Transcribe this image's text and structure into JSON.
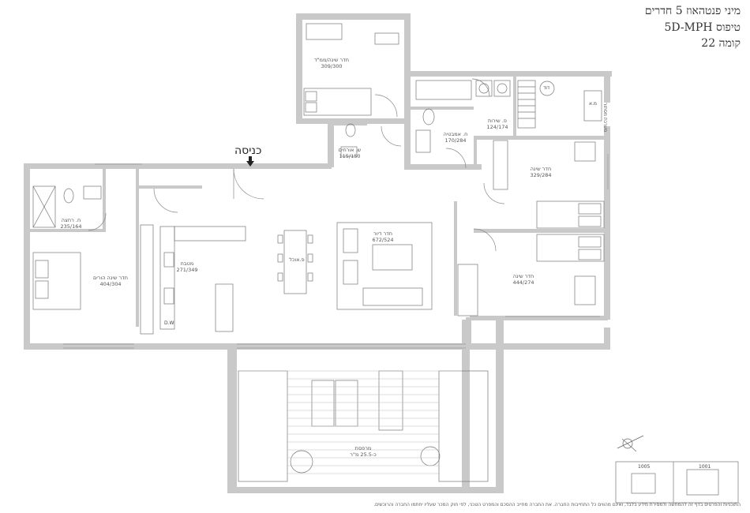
{
  "header": {
    "line1": "מיני פנטהאוז 5 חדרים",
    "line2": "טיפוס  5D-MPH",
    "line3": "קומה 22"
  },
  "entrance_label": "כניסה",
  "side_label": "מערכת מסתור",
  "rooms": {
    "master_suite": {
      "name": "חדר שינה/ממ\"ד",
      "size": "309/300"
    },
    "guest_wc": {
      "name": "ש. אורחים",
      "size": "115/150"
    },
    "main_bath": {
      "name": "ח. אמבטיה",
      "size": "170/284"
    },
    "service": {
      "name": "פ. שירות",
      "size": "124/174"
    },
    "shower": {
      "name": "ח. רחצה",
      "size": "235/164"
    },
    "parents": {
      "name": "חדר שינה הורים",
      "size": "404/304"
    },
    "kitchen": {
      "name": "מטבח",
      "size": "271/349"
    },
    "dining": {
      "name": "פ.אוכל",
      "size": ""
    },
    "living": {
      "name": "חדר דיור",
      "size": "672/524"
    },
    "bedroom1": {
      "name": "חדר שינה",
      "size": "329/284"
    },
    "bedroom2": {
      "name": "חדר שינה",
      "size": "444/274"
    },
    "terrace": {
      "name": "מרפסת",
      "size": "כ-25.5 מ\"ר"
    }
  },
  "fixtures": {
    "drawer": "דוד",
    "meter": "מ.א",
    "dw": "D.W"
  },
  "keyplan": {
    "unit_a": "1005",
    "unit_b": "1001"
  },
  "footer": "התוכניות והפרטים בדף זה להמחשה ולמסירת מידע בלבד, ואינם מהווים כל התחייבות החברה. את החברה מחייב ההסכם והמפרט הטכני, לפי חוק המכר שעליו יחתמו החברה והרוכשים."
}
